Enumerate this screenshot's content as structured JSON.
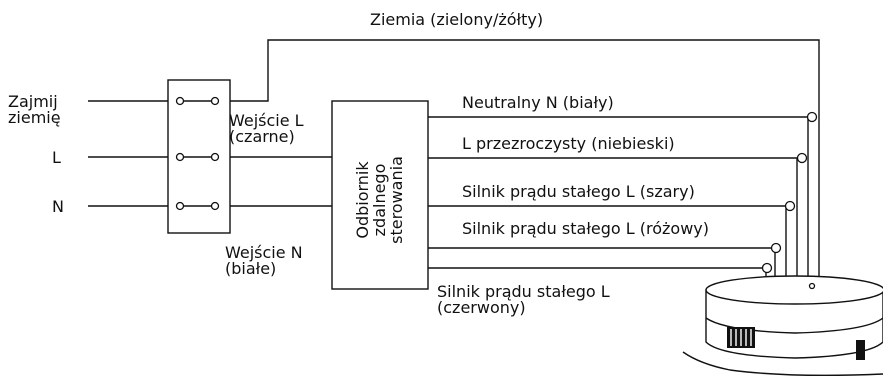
{
  "labels": {
    "ground_top": "Ziemia (zielony/żółty)",
    "ground_left_line1": "Zajmij",
    "ground_left_line2": "ziemię",
    "l_input": "L",
    "n_input": "N",
    "input_l_line1": "Wejście L",
    "input_l_line2": "(czarne)",
    "input_n_line1": "Wejście N",
    "input_n_line2": "(białe)",
    "receiver_line1": "Odbiornik",
    "receiver_line2": "zdalnego",
    "receiver_line3": "sterowania",
    "neutral_out": "Neutralny N (biały)",
    "l_transparent": "L przezroczysty (niebieski)",
    "motor_grey": "Silnik prądu stałego L (szary)",
    "motor_pink": "Silnik prądu stałego L (różowy)",
    "motor_red_line1": "Silnik prądu stałego L",
    "motor_red_line2": "(czerwony)"
  },
  "colors": {
    "line": "#111111",
    "background": "#ffffff"
  }
}
